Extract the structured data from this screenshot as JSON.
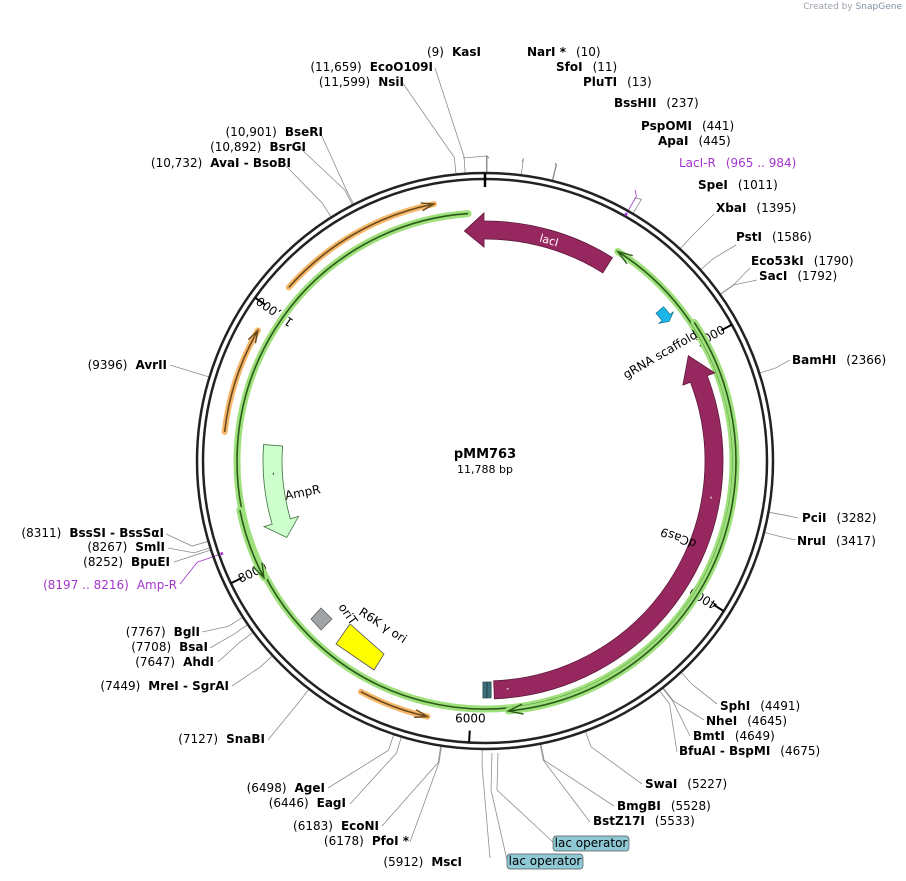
{
  "credit": {
    "prefix": "Created by",
    "brand": "SnapGene"
  },
  "plasmid": {
    "name": "pMM763",
    "length_text": "11,788 bp",
    "length": 11788
  },
  "ticks": [
    {
      "pos": 2000,
      "label": "2000"
    },
    {
      "pos": 4000,
      "label": "4000"
    },
    {
      "pos": 6000,
      "label": "6000"
    },
    {
      "pos": 8000,
      "label": "8000"
    },
    {
      "pos": 10000,
      "label": "10,000"
    }
  ],
  "sites": [
    {
      "name": "KasI",
      "pos": "(9)",
      "p": 9
    },
    {
      "name": "NarI *",
      "pos": "(10)",
      "p": 10
    },
    {
      "name": "SfoI",
      "pos": "(11)",
      "p": 11
    },
    {
      "name": "PluTI",
      "pos": "(13)",
      "p": 13
    },
    {
      "name": "BssHII",
      "pos": "(237)",
      "p": 237
    },
    {
      "name": "PspOMI",
      "pos": "(441)",
      "p": 441
    },
    {
      "name": "ApaI",
      "pos": "(445)",
      "p": 445
    },
    {
      "name": "LacI-R",
      "pos": "(965 .. 984)",
      "p": 975,
      "primer": true
    },
    {
      "name": "SpeI",
      "pos": "(1011)",
      "p": 1011
    },
    {
      "name": "XbaI",
      "pos": "(1395)",
      "p": 1395
    },
    {
      "name": "PstI",
      "pos": "(1586)",
      "p": 1586
    },
    {
      "name": "Eco53kI",
      "pos": "(1790)",
      "p": 1790
    },
    {
      "name": "SacI",
      "pos": "(1792)",
      "p": 1792
    },
    {
      "name": "BamHI",
      "pos": "(2366)",
      "p": 2366
    },
    {
      "name": "PciI",
      "pos": "(3282)",
      "p": 3282
    },
    {
      "name": "NruI",
      "pos": "(3417)",
      "p": 3417
    },
    {
      "name": "SphI",
      "pos": "(4491)",
      "p": 4491
    },
    {
      "name": "NheI",
      "pos": "(4645)",
      "p": 4645
    },
    {
      "name": "BmtI",
      "pos": "(4649)",
      "p": 4649
    },
    {
      "name": "BfuAI - BspMI",
      "pos": "(4675)",
      "p": 4675
    },
    {
      "name": "SwaI",
      "pos": "(5227)",
      "p": 5227
    },
    {
      "name": "BmgBI",
      "pos": "(5528)",
      "p": 5528
    },
    {
      "name": "BstZ17I",
      "pos": "(5533)",
      "p": 5533
    },
    {
      "name": "MscI",
      "pos": "(5912)",
      "p": 5912
    },
    {
      "name": "PfoI *",
      "pos": "(6178)",
      "p": 6178
    },
    {
      "name": "EcoNI",
      "pos": "(6183)",
      "p": 6183
    },
    {
      "name": "EagI",
      "pos": "(6446)",
      "p": 6446
    },
    {
      "name": "AgeI",
      "pos": "(6498)",
      "p": 6498
    },
    {
      "name": "SnaBI",
      "pos": "(7127)",
      "p": 7127
    },
    {
      "name": "MreI - SgrAI",
      "pos": "(7449)",
      "p": 7449
    },
    {
      "name": "AhdI",
      "pos": "(7647)",
      "p": 7647
    },
    {
      "name": "BsaI",
      "pos": "(7708)",
      "p": 7708
    },
    {
      "name": "BglI",
      "pos": "(7767)",
      "p": 7767
    },
    {
      "name": "Amp-R",
      "pos": "(8197 .. 8216)",
      "p": 8206,
      "primer": true
    },
    {
      "name": "BpuEI",
      "pos": "(8252)",
      "p": 8252
    },
    {
      "name": "SmlI",
      "pos": "(8267)",
      "p": 8267
    },
    {
      "name": "BssSI - BssSαI",
      "pos": "(8311)",
      "p": 8311
    },
    {
      "name": "AvrII",
      "pos": "(9396)",
      "p": 9396
    },
    {
      "name": "AvaI - BsoBI",
      "pos": "(10,732)",
      "p": 10732
    },
    {
      "name": "BsrGI",
      "pos": "(10,892)",
      "p": 10892
    },
    {
      "name": "BseRI",
      "pos": "(10,901)",
      "p": 10901
    },
    {
      "name": "NsiI",
      "pos": "(11,599)",
      "p": 11599
    },
    {
      "name": "EcoO109I",
      "pos": "(11,659)",
      "p": 11659
    }
  ],
  "features": {
    "lacI": {
      "label": "lacI",
      "color": "#97285f"
    },
    "dCas9": {
      "label": "dCas9",
      "color": "#97285f"
    },
    "gRNA": {
      "label": "gRNA scaffold",
      "color": "#1cb6e8"
    },
    "AmpR": {
      "label": "AmpR",
      "color": "#ccffcc"
    },
    "oriT": {
      "label": "oriT",
      "color": "#a0a4a8"
    },
    "R6K": {
      "label": "R6K γ ori",
      "color": "#ffff00"
    },
    "lac_operator_1": {
      "label": "lac operator"
    },
    "lac_operator_2": {
      "label": "lac operator"
    }
  },
  "colors": {
    "orange_arrow": "#f5b76a",
    "green_arrow": "#9ee07b",
    "backbone": "#222222",
    "primer": "#a335cc"
  }
}
